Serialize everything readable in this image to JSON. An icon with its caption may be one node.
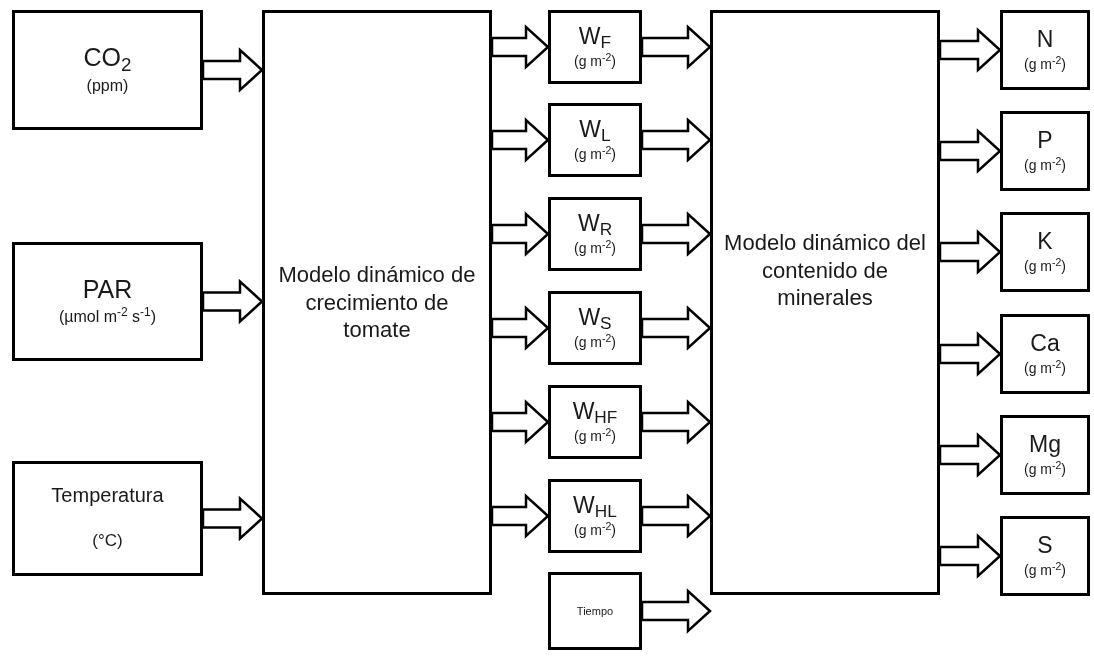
{
  "diagram": {
    "nodes": [
      {
        "text": [
          "CO$_{2}$",
          "(ppm)"
        ]
      },
      {
        "text": [
          "PAR",
          "(µmol m$^{-2}$ s$^{-1}$)"
        ]
      },
      {
        "text": [
          "Temperatura",
          "(°C)"
        ]
      },
      {
        "text": [
          "Modelo dinámico de crecimiento de tomate"
        ]
      },
      {
        "text": [
          "W$_{F}$",
          "(g m$^{-2}$)"
        ]
      },
      {
        "text": [
          "W$_{L}$",
          "(g m$^{-2}$)"
        ]
      },
      {
        "text": [
          "W$_{R}$",
          "(g m$^{-2}$)"
        ]
      },
      {
        "text": [
          "W$_{S}$",
          "(g m$^{-2}$)"
        ]
      },
      {
        "text": [
          "W$_{HF}$",
          "(g m$^{-2}$)"
        ]
      },
      {
        "text": [
          "W$_{HL}$",
          "(g m$^{-2}$)"
        ]
      },
      {
        "text": [
          "Modelo dinámico del contenido de minerales"
        ]
      },
      {
        "text": [
          "N",
          "(g m$^{-2}$)"
        ]
      },
      {
        "text": [
          "P",
          "(g m$^{-2}$)"
        ]
      },
      {
        "text": [
          "K",
          "(g m$^{-2}$)"
        ]
      },
      {
        "text": [
          "Ca",
          "(g m$^{-2}$)"
        ]
      },
      {
        "text": [
          "Mg",
          "(g m$^{-2}$)"
        ]
      },
      {
        "text": [
          "S",
          "(g m$^{-2}$)"
        ]
      },
      {
        "text": [
          "Tiempo"
        ]
      }
    ],
    "edges": [
      {
        "from": 0,
        "to": 3,
        "arrow": "to"
      },
      {
        "from": 1,
        "to": 3,
        "arrow": "to"
      },
      {
        "from": 2,
        "to": 3,
        "arrow": "to"
      },
      {
        "from": 3,
        "to": 4,
        "arrow": "to"
      },
      {
        "from": 3,
        "to": 5,
        "arrow": "to"
      },
      {
        "from": 3,
        "to": 6,
        "arrow": "to"
      },
      {
        "from": 3,
        "to": 7,
        "arrow": "to"
      },
      {
        "from": 3,
        "to": 8,
        "arrow": "to"
      },
      {
        "from": 3,
        "to": 9,
        "arrow": "to"
      },
      {
        "from": 4,
        "to": 10,
        "arrow": "to"
      },
      {
        "from": 5,
        "to": 10,
        "arrow": "to"
      },
      {
        "from": 6,
        "to": 10,
        "arrow": "to"
      },
      {
        "from": 7,
        "to": 10,
        "arrow": "to"
      },
      {
        "from": 8,
        "to": 10,
        "arrow": "to"
      },
      {
        "from": 9,
        "to": 10,
        "arrow": "to"
      },
      {
        "from": 17,
        "to": 10,
        "arrow": "to"
      },
      {
        "from": 10,
        "to": 11,
        "arrow": "to"
      },
      {
        "from": 10,
        "to": 12,
        "arrow": "to"
      },
      {
        "from": 10,
        "to": 13,
        "arrow": "to"
      },
      {
        "from": 10,
        "to": 14,
        "arrow": "to"
      },
      {
        "from": 10,
        "to": 15,
        "arrow": "to"
      },
      {
        "from": 10,
        "to": 16,
        "arrow": "to"
      }
    ]
  }
}
